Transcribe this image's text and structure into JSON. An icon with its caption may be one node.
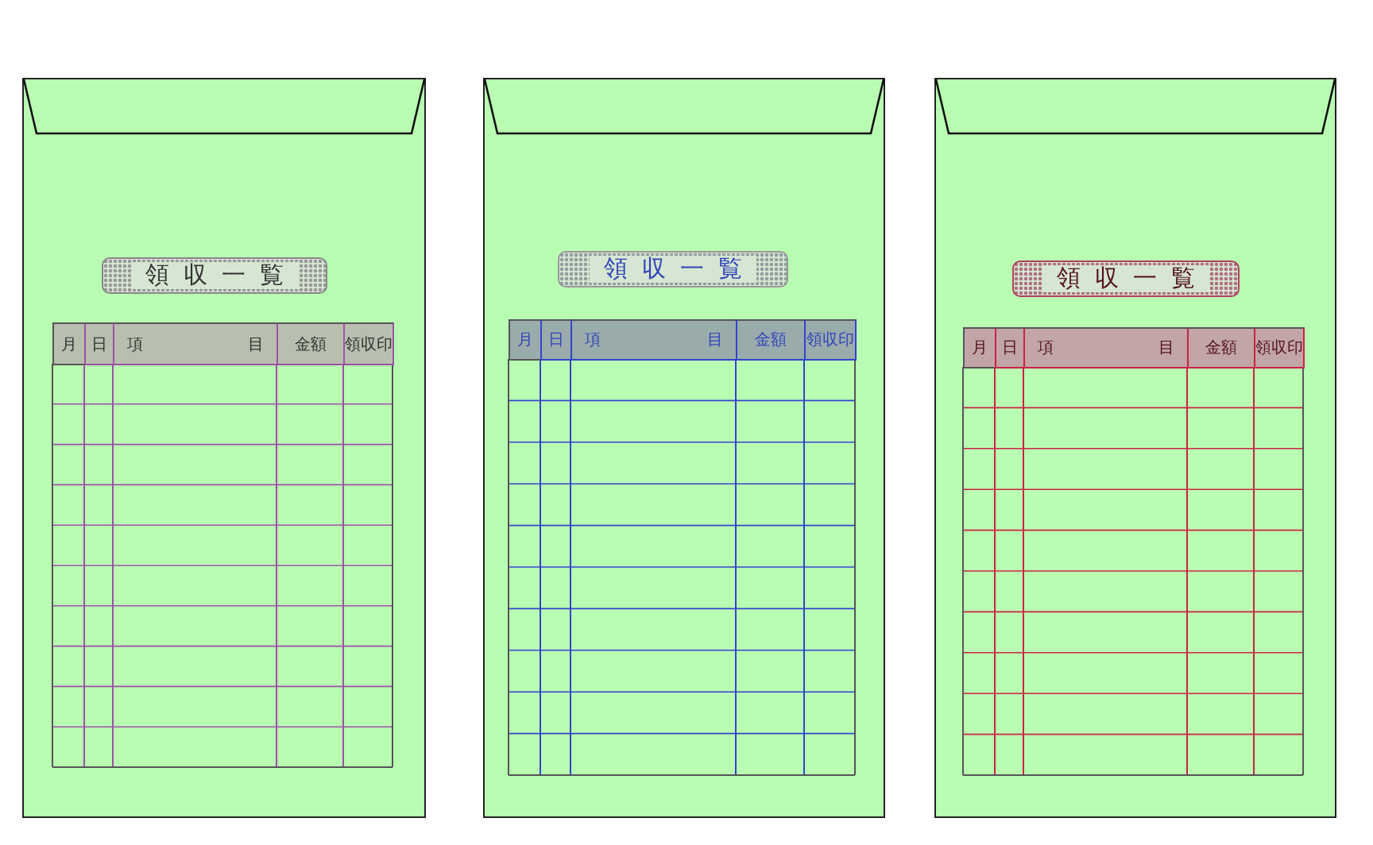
{
  "diagram": {
    "nodes": [
      {
        "text": [],
        "shape": "envelope"
      },
      {
        "text": [
          "領収一覧"
        ],
        "in": 0
      },
      {
        "text": [],
        "shape": "envelope"
      },
      {
        "text": [
          "領収一覧"
        ],
        "in": 2
      },
      {
        "text": [],
        "shape": "envelope"
      },
      {
        "text": [
          "領収一覧"
        ],
        "in": 4
      }
    ],
    "labels": [
      "月",
      "日",
      "項目",
      "金額",
      "領収印",
      "月",
      "日",
      "項目",
      "金額",
      "領収印",
      "月",
      "日",
      "項目",
      "金額",
      "領収印"
    ]
  }
}
